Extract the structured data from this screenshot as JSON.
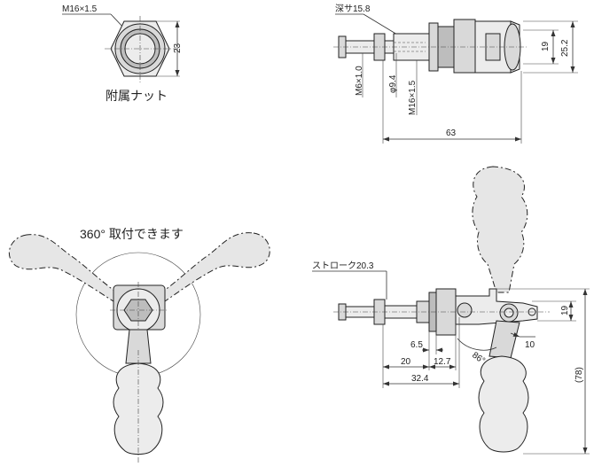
{
  "nut_view": {
    "thread_label": "M16×1.5",
    "width_label": "23",
    "caption": "附属ナット"
  },
  "top_view": {
    "depth_label": "深サ15.8",
    "thread_small_label": "M6×1.0",
    "diameter_label": "φ9.4",
    "thread_large_label": "M16×1.5",
    "height_inner_label": "19",
    "height_outer_label": "25.2",
    "length_label": "63"
  },
  "rotation_view": {
    "caption": "360°  取付できます"
  },
  "side_view": {
    "stroke_label": "ストローク20.3",
    "height_label": "19",
    "dim_6_5": "6.5",
    "dim_10": "10",
    "angle_label": "86°",
    "dim_20": "20",
    "dim_12_7": "12.7",
    "dim_32_4": "32.4",
    "dim_78": "(78)"
  }
}
